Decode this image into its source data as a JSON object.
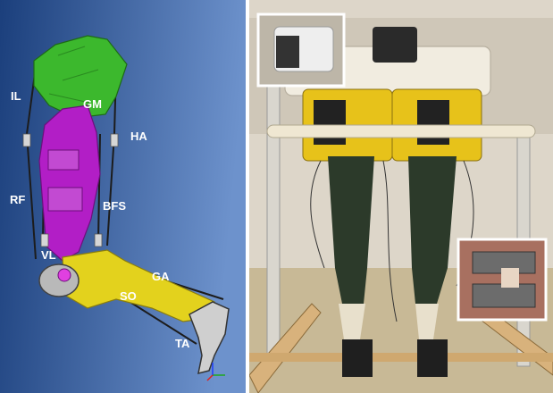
{
  "left_panel": {
    "muscle_labels": [
      {
        "id": "il",
        "text": "IL"
      },
      {
        "id": "gm",
        "text": "GM"
      },
      {
        "id": "ha",
        "text": "HA"
      },
      {
        "id": "rf",
        "text": "RF"
      },
      {
        "id": "bfs",
        "text": "BFS"
      },
      {
        "id": "vl",
        "text": "VL"
      },
      {
        "id": "ga",
        "text": "GA"
      },
      {
        "id": "so",
        "text": "SO"
      },
      {
        "id": "ta",
        "text": "TA"
      }
    ],
    "colors": {
      "background_left": "#1b3f7c",
      "background_right": "#6d92cc",
      "pelvis": "#3cb82d",
      "thigh": "#b21ec6",
      "shank": "#e3d21d",
      "foot": "#cfcfcf",
      "cables": "#1c1c1c",
      "label": "#ffffff"
    }
  },
  "right_panel": {
    "colors": {
      "floor": "#c8b996",
      "wall": "#ddd6c9",
      "frame": "#d8b27c",
      "hip_housing": "#f1ece0",
      "actuator_yellow": "#e7c21a",
      "legs": "#2c3a2a"
    }
  }
}
